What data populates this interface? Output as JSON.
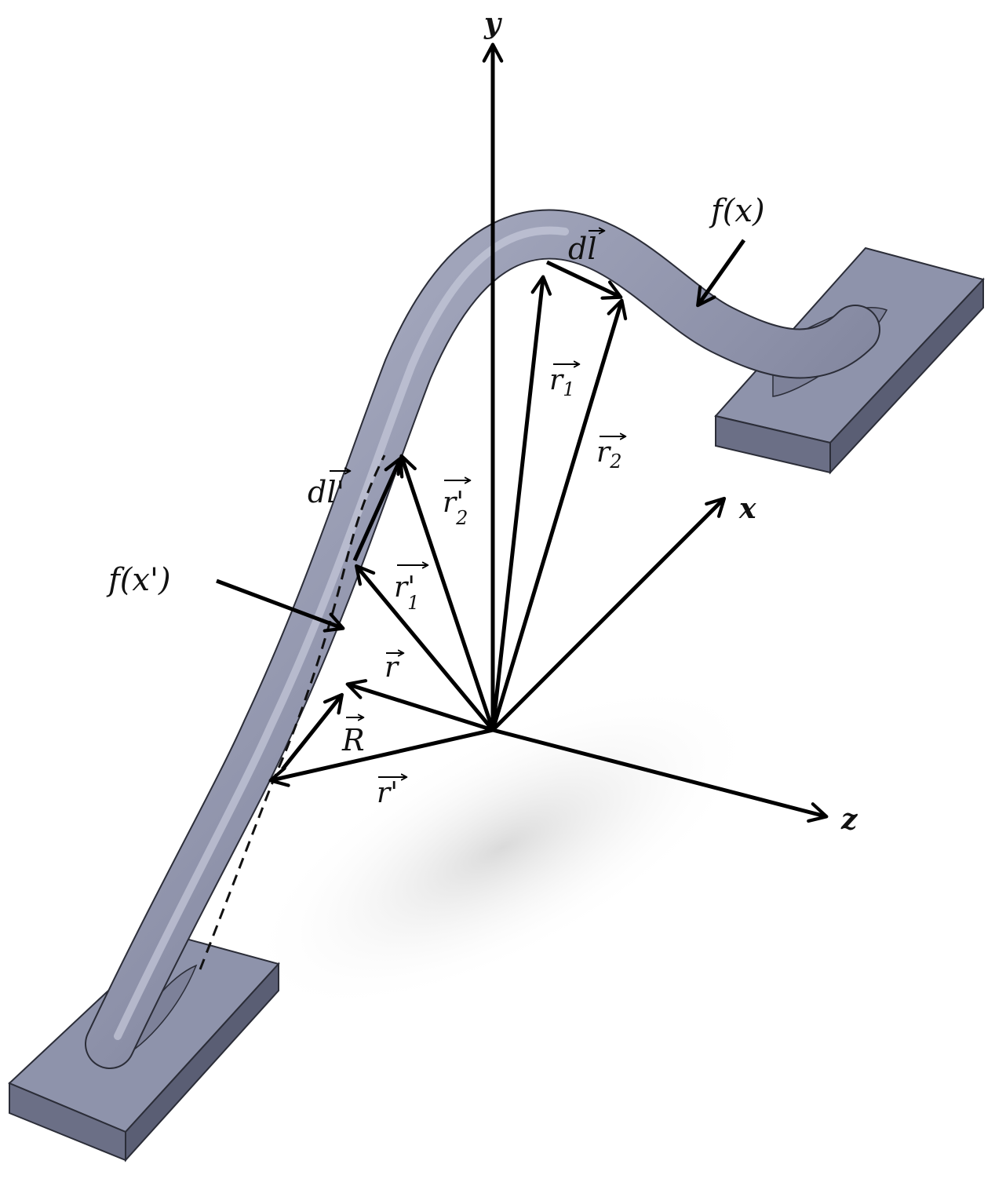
{
  "axes": {
    "x": "x",
    "y": "y",
    "z": "z"
  },
  "curves": {
    "source": "f(x')",
    "field": "f(x)"
  },
  "vectors": {
    "r": "r",
    "r_prime": "r'",
    "R": "R",
    "r1": "r",
    "r1_sub": "1",
    "r2": "r",
    "r2_sub": "2",
    "r1_prime": "r'",
    "r1_prime_sub": "1",
    "r2_prime": "r'",
    "r2_prime_sub": "2",
    "dl": "dl",
    "dl_prime": "dl'"
  },
  "colors": {
    "conductor": "#8c90a8",
    "conductor_shadow": "#5c6078",
    "base_top": "#8e93ab",
    "base_side": "#6b6f86",
    "arrow": "#000000"
  }
}
